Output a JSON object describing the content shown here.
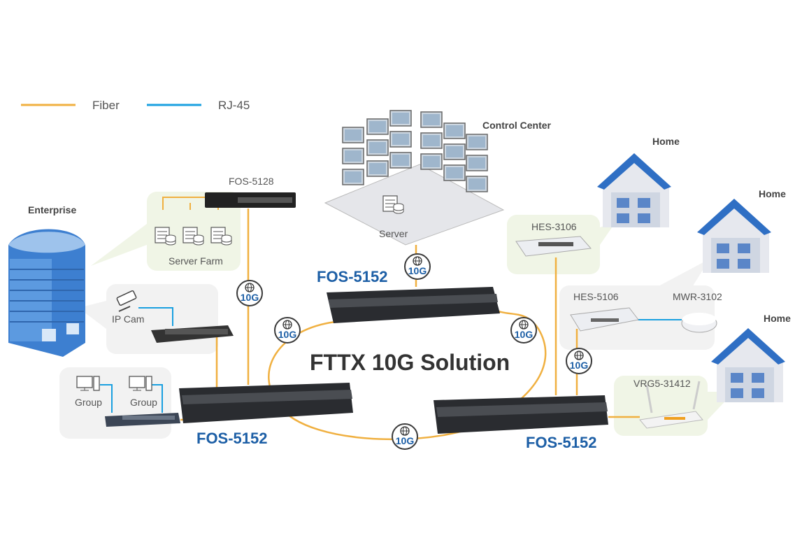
{
  "legend": {
    "fiber_label": "Fiber",
    "rj45_label": "RJ-45",
    "fiber_color": "#f0b040",
    "rj45_color": "#1aa0e0"
  },
  "title": "FTTX 10G Solution",
  "nodes": {
    "enterprise": "Enterprise",
    "fos5128": "FOS-5128",
    "server_farm": "Server Farm",
    "ip_cam": "IP Cam",
    "group1": "Group",
    "group2": "Group",
    "control_center": "Control Center",
    "server": "Server",
    "fos5152_top": "FOS-5152",
    "fos5152_left": "FOS-5152",
    "fos5152_right": "FOS-5152",
    "hes3106": "HES-3106",
    "hes5106": "HES-5106",
    "mwr3102": "MWR-3102",
    "vrg5": "VRG5-31412",
    "home1": "Home",
    "home2": "Home",
    "home3": "Home"
  },
  "badge_text": "10G",
  "colors": {
    "accent_blue": "#1d5fa6",
    "panel_green": "#f0f5e6",
    "panel_gray": "#f2f2f2"
  }
}
